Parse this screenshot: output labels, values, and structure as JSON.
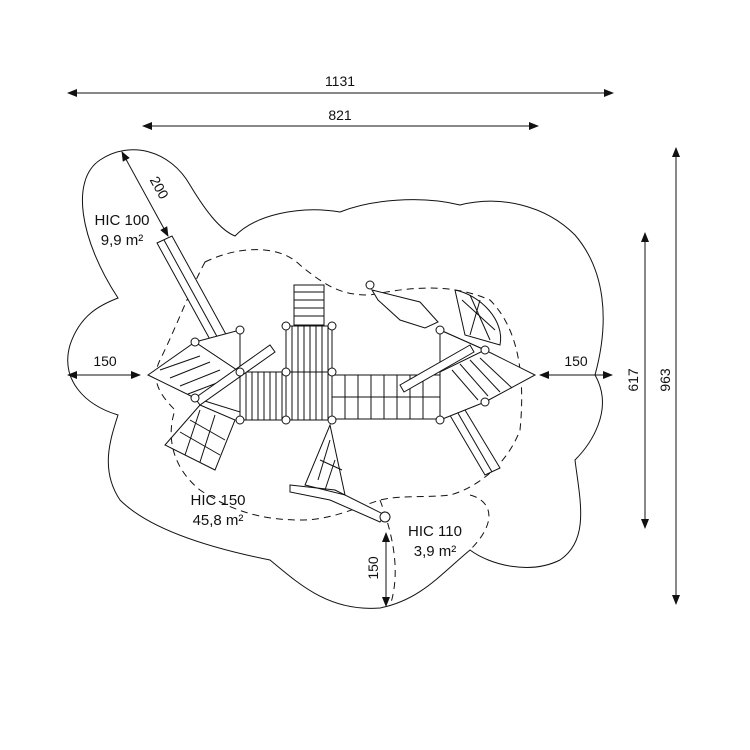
{
  "dimensions": {
    "overall_width": "1131",
    "structure_width": "821",
    "overall_depth": "963",
    "structure_depth": "617",
    "clearance_left": "150",
    "clearance_right": "150",
    "clearance_bottom": "150",
    "clearance_slide": "200"
  },
  "zones": [
    {
      "label": "HIC 100",
      "area": "9,9 m²"
    },
    {
      "label": "HIC 150",
      "area": "45,8 m²"
    },
    {
      "label": "HIC 110",
      "area": "3,9 m²"
    }
  ],
  "colors": {
    "line": "#111111",
    "deck_fill": "#ffffff"
  }
}
